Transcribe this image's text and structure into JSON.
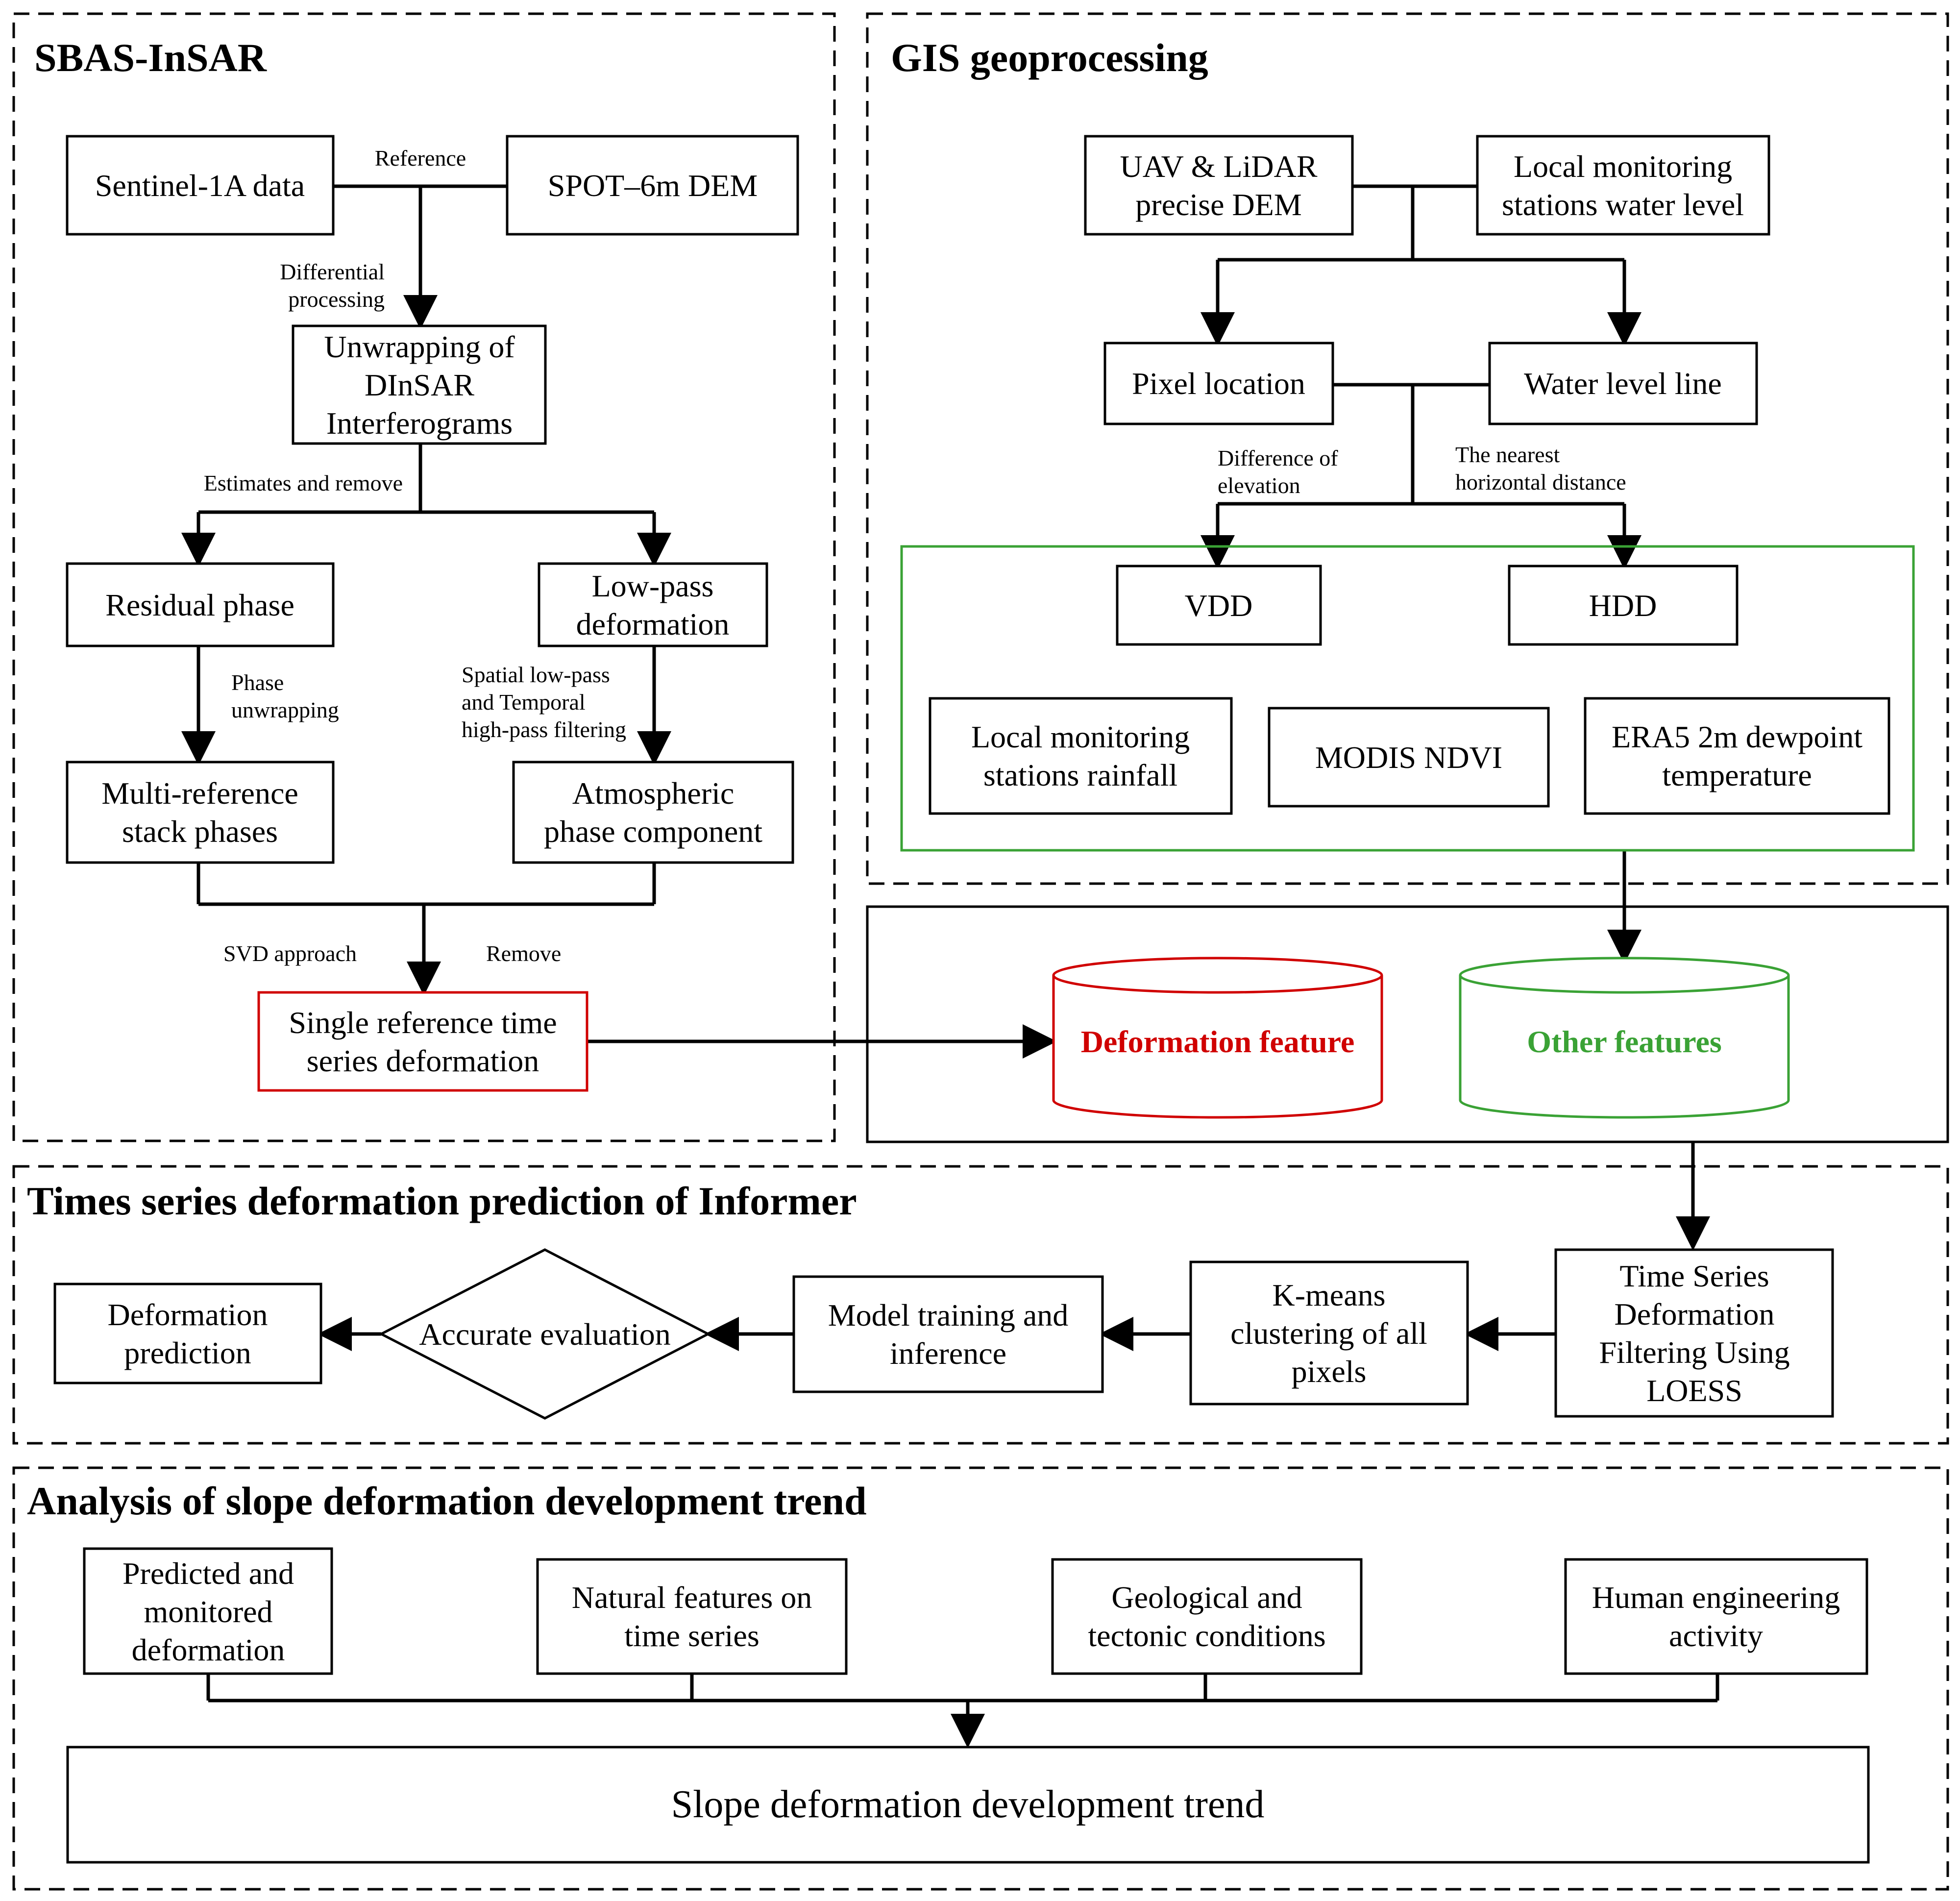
{
  "sections": {
    "sbas": "SBAS-InSAR",
    "gis": "GIS geoprocessing",
    "informer": "Times series deformation prediction of Informer",
    "analysis": "Analysis of slope deformation development trend"
  },
  "nodes": {
    "sentinel": [
      "Sentinel-1A data"
    ],
    "spot": [
      "SPOT–6m DEM"
    ],
    "unwrap": [
      "Unwrapping of",
      "DInSAR",
      "Interferograms"
    ],
    "residual": [
      "Residual phase"
    ],
    "lowpass": [
      "Low-pass",
      "deformation"
    ],
    "multiref": [
      "Multi-reference",
      "stack phases"
    ],
    "atmos": [
      "Atmospheric",
      "phase component"
    ],
    "single": [
      "Single reference time",
      "series deformation"
    ],
    "uav": [
      "UAV & LiDAR",
      "precise DEM"
    ],
    "localwater": [
      "Local monitoring",
      "stations water level"
    ],
    "pixel": [
      "Pixel location"
    ],
    "waterline": [
      "Water level line"
    ],
    "vdd": [
      "VDD"
    ],
    "hdd": [
      "HDD"
    ],
    "rainfall": [
      "Local monitoring",
      "stations rainfall"
    ],
    "ndvi": [
      "MODIS NDVI"
    ],
    "era5": [
      "ERA5 2m dewpoint",
      "temperature"
    ],
    "deffeat": [
      "Deformation feature"
    ],
    "otherfeat": [
      "Other features"
    ],
    "loess": [
      "Time Series",
      "Deformation",
      "Filtering Using",
      "LOESS"
    ],
    "kmeans": [
      "K-means",
      "clustering of all",
      "pixels"
    ],
    "model": [
      "Model training and",
      "inference"
    ],
    "accurate": [
      "Accurate evaluation"
    ],
    "defpred": [
      "Deformation",
      "prediction"
    ],
    "predmon": [
      "Predicted and",
      "monitored",
      "deformation"
    ],
    "natural": [
      "Natural features on",
      "time series"
    ],
    "geo": [
      "Geological and",
      "tectonic conditions"
    ],
    "human": [
      "Human engineering",
      "activity"
    ],
    "trend": [
      "Slope deformation development trend"
    ]
  },
  "edge_labels": {
    "reference": [
      "Reference"
    ],
    "diffproc": [
      "Differential",
      "processing"
    ],
    "estimates": [
      "Estimates and remove"
    ],
    "phaseunwrap": [
      "Phase",
      "unwrapping"
    ],
    "spatial": [
      "Spatial low-pass",
      "and Temporal",
      "high-pass filtering"
    ],
    "svd": [
      "SVD approach"
    ],
    "remove": [
      "Remove"
    ],
    "elev": [
      "Difference of",
      "elevation"
    ],
    "nearest": [
      "The nearest",
      "horizontal distance"
    ]
  },
  "colors": {
    "highlight_red": "#d00000",
    "highlight_green": "#3aa235"
  }
}
